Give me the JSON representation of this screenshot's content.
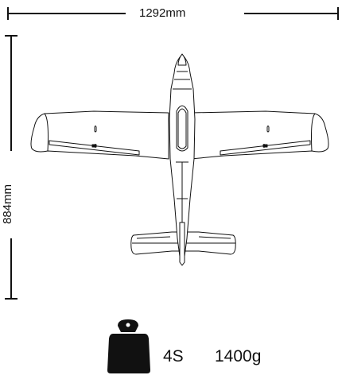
{
  "dimensions": {
    "wingspan": "1292mm",
    "length": "884mm"
  },
  "specs": {
    "battery": "4S",
    "weight": "1400g"
  },
  "icons": {
    "weight": "weight-icon",
    "aircraft": "airplane-top-view-drawing"
  },
  "colors": {
    "line": "#111111",
    "background": "#ffffff"
  }
}
